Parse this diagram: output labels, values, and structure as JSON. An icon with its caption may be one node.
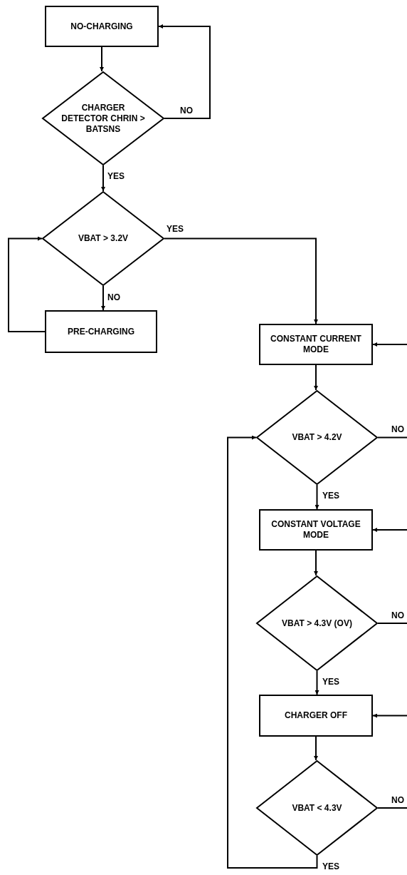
{
  "diagram": {
    "nodes": [
      {
        "text": [
          "NO-CHARGING"
        ]
      },
      {
        "text": [
          "CHARGER DETECTOR CHRIN > BATSNS"
        ]
      },
      {
        "text": [
          "VBAT > 3.2V"
        ]
      },
      {
        "text": [
          "PRE-CHARGING"
        ]
      },
      {
        "text": [
          "CONSTANT CURRENT MODE"
        ]
      },
      {
        "text": [
          "VBAT > 4.2V"
        ]
      },
      {
        "text": [
          "CONSTANT VOLTAGE MODE"
        ]
      },
      {
        "text": [
          "VBAT > 4.3V (OV)"
        ]
      },
      {
        "text": [
          "CHARGER OFF"
        ]
      },
      {
        "text": [
          "VBAT < 4.3V"
        ]
      }
    ],
    "edges": [
      {
        "from": 0,
        "to": 1,
        "arrow": "to"
      },
      {
        "from": 1,
        "to": 0,
        "arrow": "to",
        "label": "NO"
      },
      {
        "from": 1,
        "to": 2,
        "arrow": "to",
        "label": "YES"
      },
      {
        "from": 2,
        "to": 3,
        "arrow": "to",
        "label": "NO"
      },
      {
        "from": 3,
        "to": 2,
        "arrow": "to"
      },
      {
        "from": 2,
        "to": 4,
        "arrow": "to",
        "label": "YES"
      },
      {
        "from": 4,
        "to": 5,
        "arrow": "to"
      },
      {
        "from": 5,
        "to": null,
        "arrow": "none",
        "label": "NO"
      },
      {
        "from": null,
        "to": 4,
        "arrow": "to"
      },
      {
        "from": 5,
        "to": 6,
        "arrow": "to",
        "label": "YES"
      },
      {
        "from": 6,
        "to": 7,
        "arrow": "to"
      },
      {
        "from": 7,
        "to": null,
        "arrow": "none",
        "label": "NO"
      },
      {
        "from": null,
        "to": 6,
        "arrow": "to"
      },
      {
        "from": 7,
        "to": 8,
        "arrow": "to",
        "label": "YES"
      },
      {
        "from": 8,
        "to": 9,
        "arrow": "to"
      },
      {
        "from": 9,
        "to": null,
        "arrow": "none",
        "label": "NO"
      },
      {
        "from": null,
        "to": 8,
        "arrow": "to"
      },
      {
        "from": 9,
        "to": 5,
        "arrow": "to",
        "label": "YES"
      }
    ]
  }
}
